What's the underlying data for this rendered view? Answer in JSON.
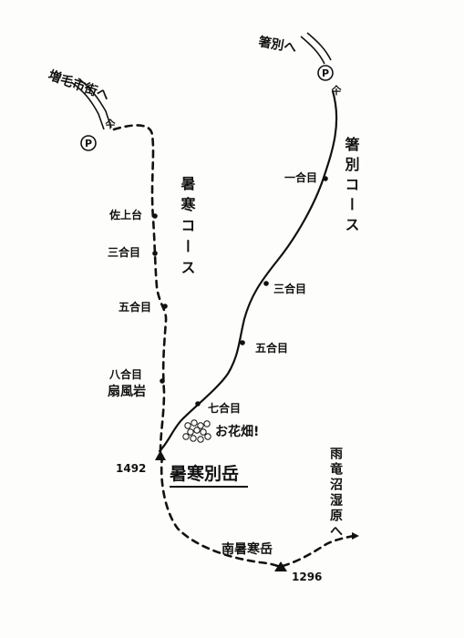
{
  "labels": {
    "to_mashike": "増毛市街へ",
    "to_shokanbetsu": "箸別へ",
    "shokan_course": "箸別コース",
    "shokan_ichigome": "一合目",
    "shokan_sangome": "三合目",
    "shokan_gogome": "五合目",
    "shokan_nanagome": "七合目",
    "flower_field": "お花畑!",
    "shokan_peak_name": "暑寒別岳",
    "shokan_peak_elev": "1492",
    "shokan_course_west": "暑寒コース",
    "sakujodai": "佐上台",
    "west_sangome": "三合目",
    "west_gogome": "五合目",
    "west_hachigome": "八合目",
    "senpuiwa": "扇風岩",
    "minami_peak_name": "南暑寒岳",
    "minami_peak_elev": "1296",
    "to_onsen": "雨竜沼湿原へ"
  },
  "symbols": {
    "parking": "P",
    "toilet_shelter": "仐"
  },
  "colors": {
    "ink": "#111111",
    "paper": "#fdfdfb"
  }
}
